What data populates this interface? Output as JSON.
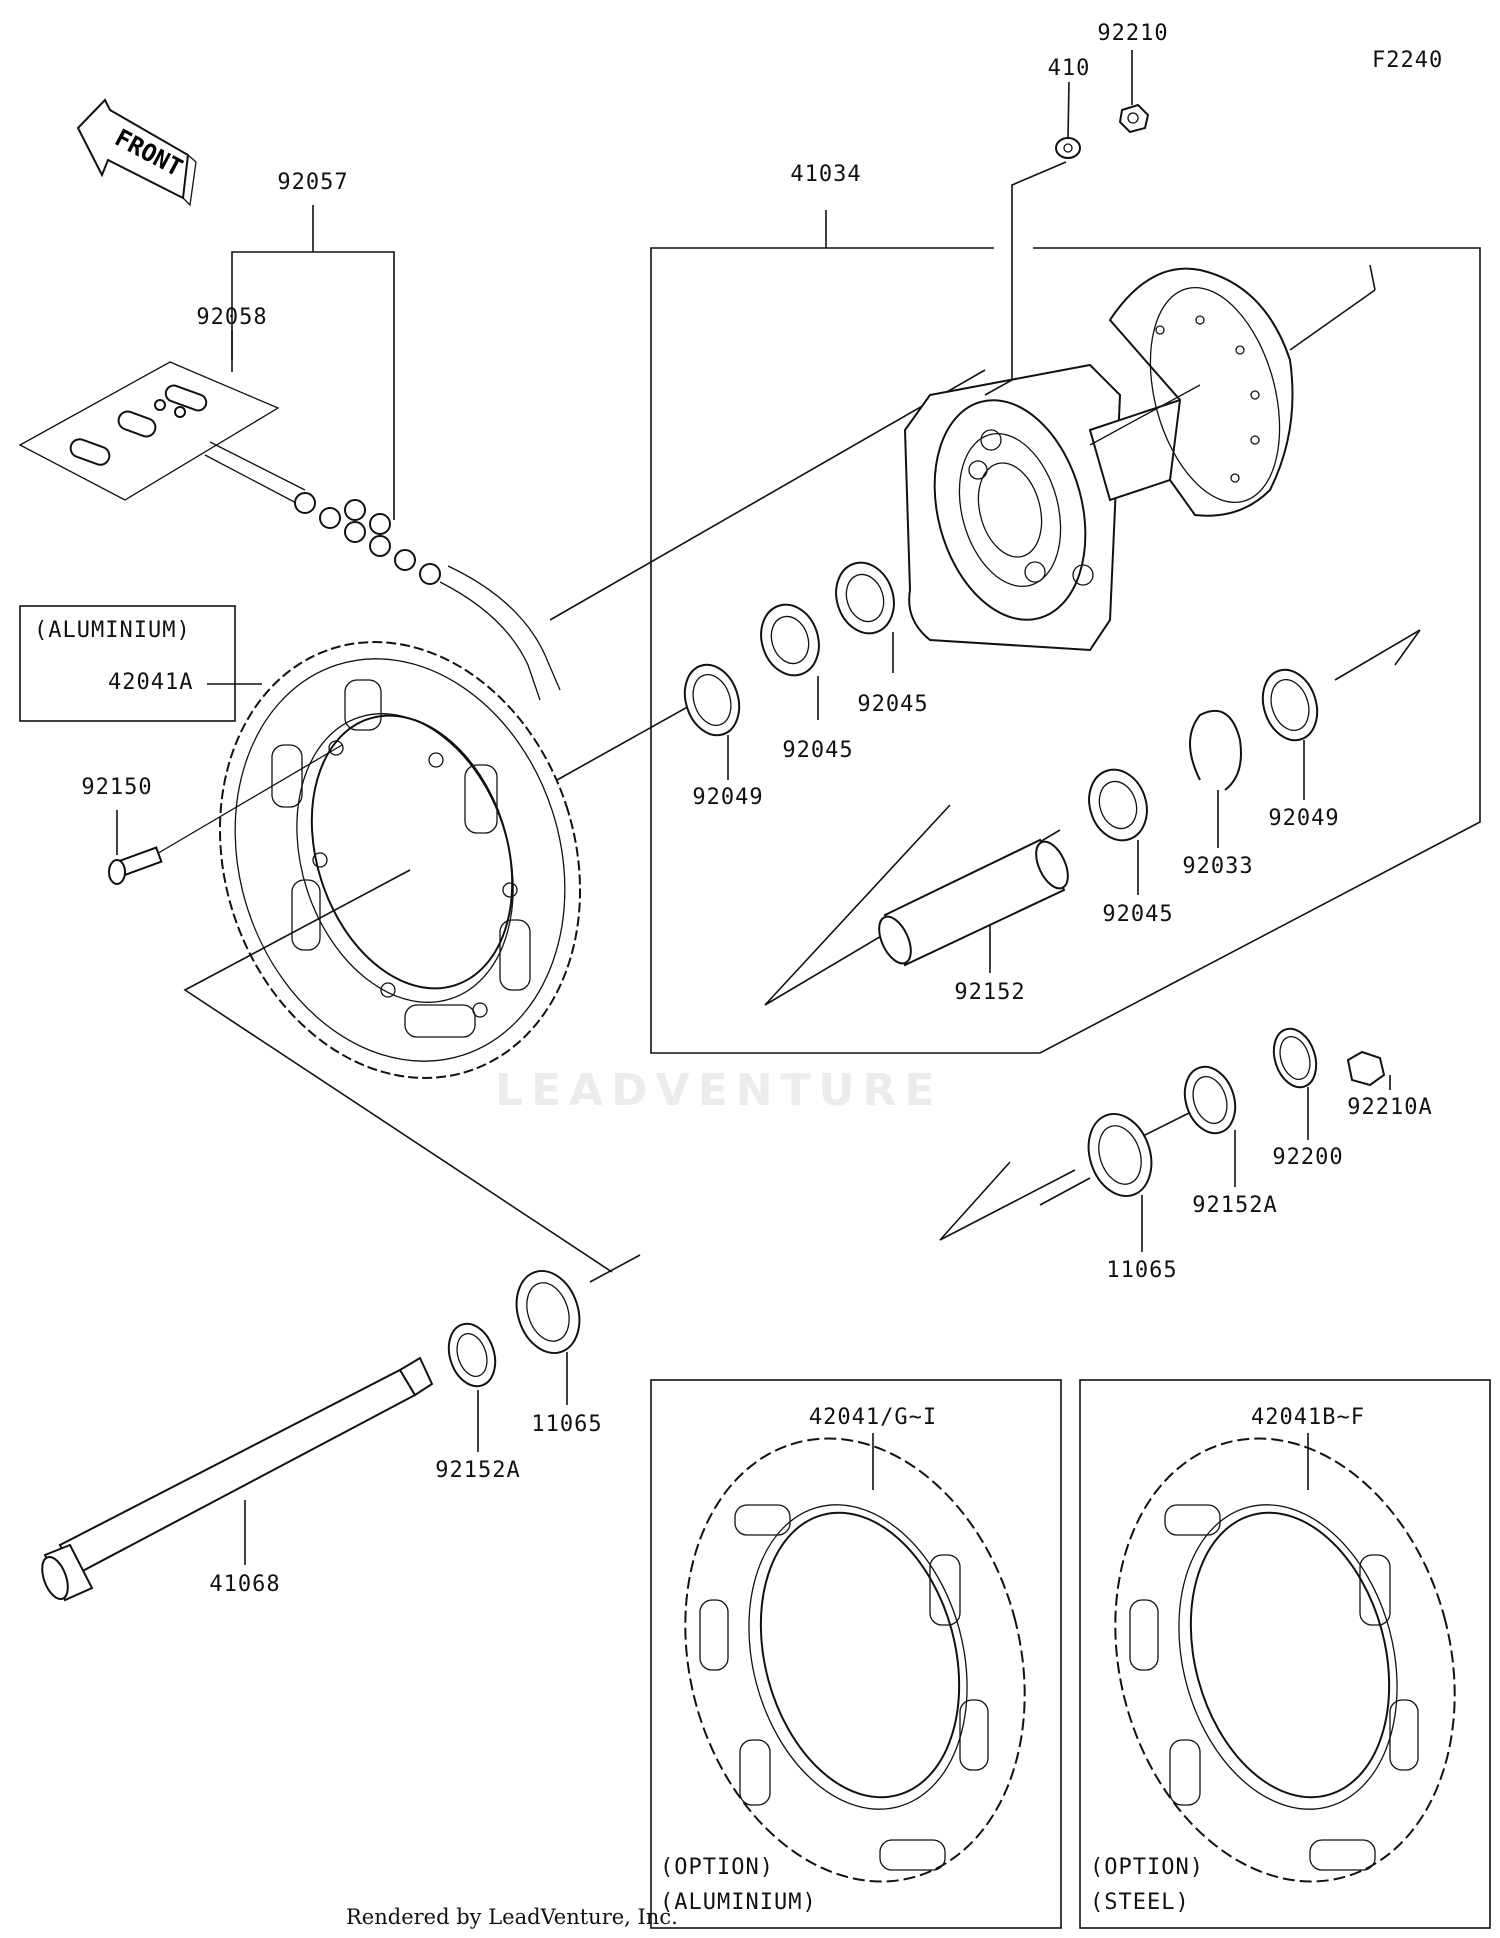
{
  "figure_code": "F2240",
  "front_arrow": "FRONT",
  "watermark": "LEADVENTURE",
  "credit": "Rendered by LeadVenture, Inc.",
  "parts": {
    "p92210": "92210",
    "p410": "410",
    "p41034": "41034",
    "p92057": "92057",
    "p92058": "92058",
    "aluminium_tag": "(ALUMINIUM)",
    "p42041A": "42041A",
    "p92150": "92150",
    "p92049_left": "92049",
    "p92045_a": "92045",
    "p92045_b": "92045",
    "p92045_c": "92045",
    "p92049_right": "92049",
    "p92033": "92033",
    "p92152": "92152",
    "p92210A": "92210A",
    "p92200": "92200",
    "p92152A_right": "92152A",
    "p11065_right": "11065",
    "p11065_left": "11065",
    "p92152A_left": "92152A",
    "p41068": "41068"
  },
  "options": {
    "aluminium": {
      "part": "42041/G~I",
      "line1": "(OPTION)",
      "line2": "(ALUMINIUM)"
    },
    "steel": {
      "part": "42041B~F",
      "line1": "(OPTION)",
      "line2": "(STEEL)"
    }
  }
}
